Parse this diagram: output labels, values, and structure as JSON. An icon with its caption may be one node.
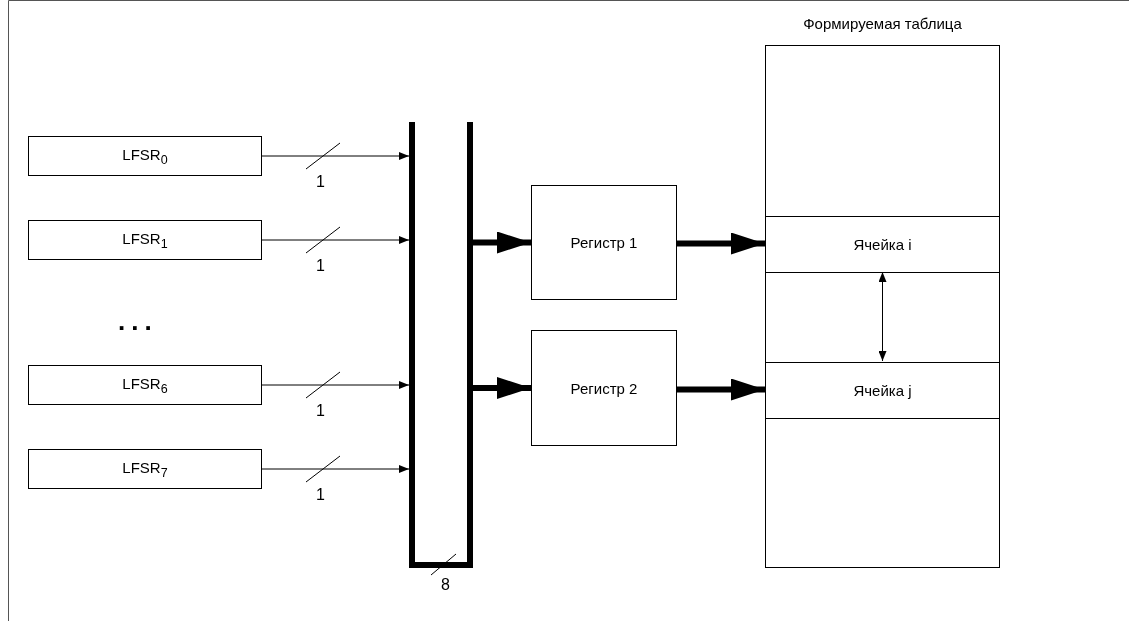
{
  "diagram": {
    "nodes": [
      {
        "text": [
          "LFSR$_{0}$"
        ]
      },
      {
        "text": [
          "LFSR$_{1}$"
        ]
      },
      {
        "text": [
          "LFSR$_{6}$"
        ]
      },
      {
        "text": [
          "LFSR$_{7}$"
        ]
      },
      {
        "text": [],
        "shape": "bar",
        "beside": [
          "8"
        ]
      },
      {
        "text": [
          "Регистр 1"
        ]
      },
      {
        "text": [
          "Регистр 2"
        ]
      },
      {
        "text": [
          "Формируемая таблица"
        ]
      },
      {
        "text": [
          "Ячейка i"
        ],
        "in": 7
      },
      {
        "text": [
          "Ячейка j"
        ],
        "in": 7
      }
    ],
    "edges": [
      {
        "from": 0,
        "to": 4,
        "arrow": "to",
        "label": "1"
      },
      {
        "from": 1,
        "to": 4,
        "arrow": "to",
        "label": "1"
      },
      {
        "from": 2,
        "to": 4,
        "arrow": "to",
        "label": "1"
      },
      {
        "from": 3,
        "to": 4,
        "arrow": "to",
        "label": "1"
      },
      {
        "from": 4,
        "to": 5,
        "arrow": "to",
        "style": "thick"
      },
      {
        "from": 4,
        "to": 6,
        "arrow": "to",
        "style": "thick"
      },
      {
        "from": 5,
        "to": 8,
        "arrow": "to",
        "style": "thick"
      },
      {
        "from": 6,
        "to": 9,
        "arrow": "to",
        "style": "thick"
      },
      {
        "from": 8,
        "to": 9,
        "arrow": "both"
      }
    ],
    "labels": [
      "..."
    ]
  }
}
